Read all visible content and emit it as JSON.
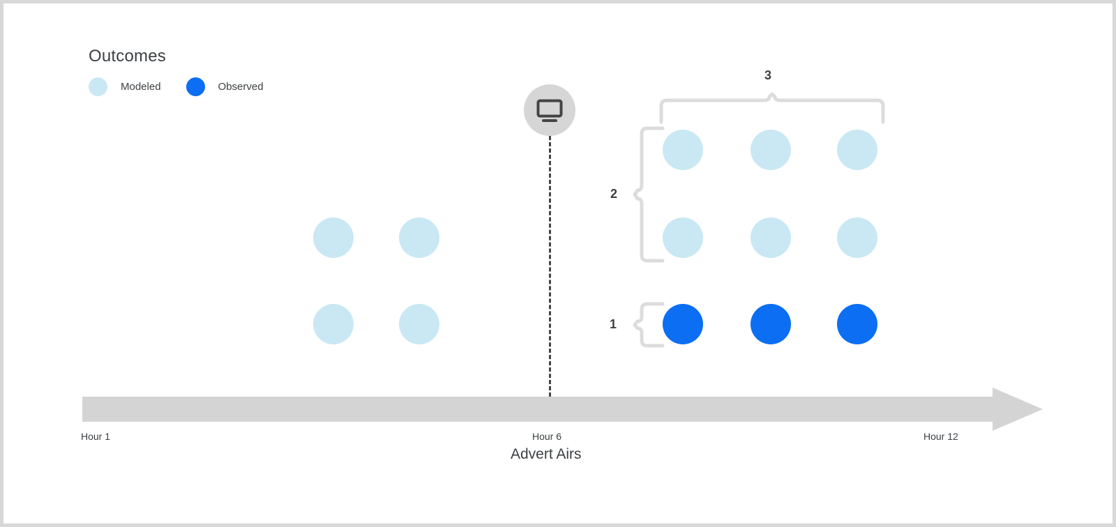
{
  "legend": {
    "title": "Outcomes",
    "items": [
      {
        "label": "Modeled",
        "color": "#c9e8f4",
        "icon": "circle-swatch-modeled"
      },
      {
        "label": "Observed",
        "color": "#0b6ef3",
        "icon": "circle-swatch-observed"
      }
    ]
  },
  "marker": {
    "icon": "tv-icon",
    "circle_color": "#d6d6d6",
    "line_color": "#444444"
  },
  "axis": {
    "title": "Advert Airs",
    "ticks": [
      {
        "label": "Hour 1"
      },
      {
        "label": "Hour 6"
      },
      {
        "label": "Hour 12"
      }
    ],
    "arrow_color": "#d4d4d4"
  },
  "annotations": [
    {
      "id": "1",
      "label": "1",
      "orientation": "vertical",
      "covers": "observed-row"
    },
    {
      "id": "2",
      "label": "2",
      "orientation": "vertical",
      "covers": "modeled-rows"
    },
    {
      "id": "3",
      "label": "3",
      "orientation": "horizontal",
      "covers": "modeled-columns"
    }
  ],
  "chart_data": {
    "type": "scatter",
    "title": "Advert Airs",
    "xlabel": "Advert Airs",
    "ylabel": "",
    "grid": false,
    "legend_position": "top-left",
    "x_tick_labels": [
      "Hour 1",
      "Hour 6",
      "Hour 12"
    ],
    "series": [
      {
        "name": "Modeled",
        "color": "#c9e8f4",
        "points": [
          {
            "x": 473,
            "y": 336
          },
          {
            "x": 596,
            "y": 336
          },
          {
            "x": 473,
            "y": 460
          },
          {
            "x": 596,
            "y": 460
          },
          {
            "x": 974,
            "y": 210
          },
          {
            "x": 1100,
            "y": 210
          },
          {
            "x": 1224,
            "y": 210
          },
          {
            "x": 974,
            "y": 336
          },
          {
            "x": 1100,
            "y": 336
          },
          {
            "x": 1224,
            "y": 336
          }
        ]
      },
      {
        "name": "Observed",
        "color": "#0b6ef3",
        "points": [
          {
            "x": 974,
            "y": 460
          },
          {
            "x": 1100,
            "y": 460
          },
          {
            "x": 1224,
            "y": 460
          }
        ]
      }
    ],
    "event_marker": {
      "label": "Hour 6",
      "x": 783,
      "icon": "tv-icon"
    }
  }
}
